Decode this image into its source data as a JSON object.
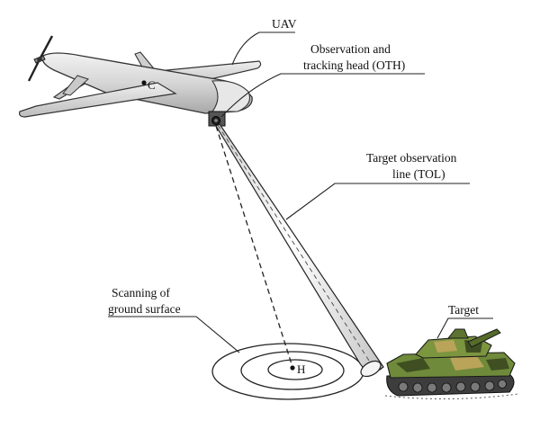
{
  "labels": {
    "uav": "UAV",
    "oth_line1": "Observation and",
    "oth_line2": "tracking head (OTH)",
    "tol_line1": "Target observation",
    "tol_line2": "line (TOL)",
    "scan_line1": "Scanning of",
    "scan_line2": "ground surface",
    "target": "Target",
    "point_c": "C",
    "point_h": "H"
  },
  "icons": {
    "aircraft": "uav-drone-icon",
    "camera": "camera-gimbal-icon",
    "tank": "tank-icon"
  },
  "colors": {
    "line": "#222222",
    "uav_body": "#d9d9d9",
    "tank_camo_green": "#6f8a3a",
    "tank_camo_dark": "#3f4f22",
    "tank_camo_tan": "#b9a45a"
  }
}
